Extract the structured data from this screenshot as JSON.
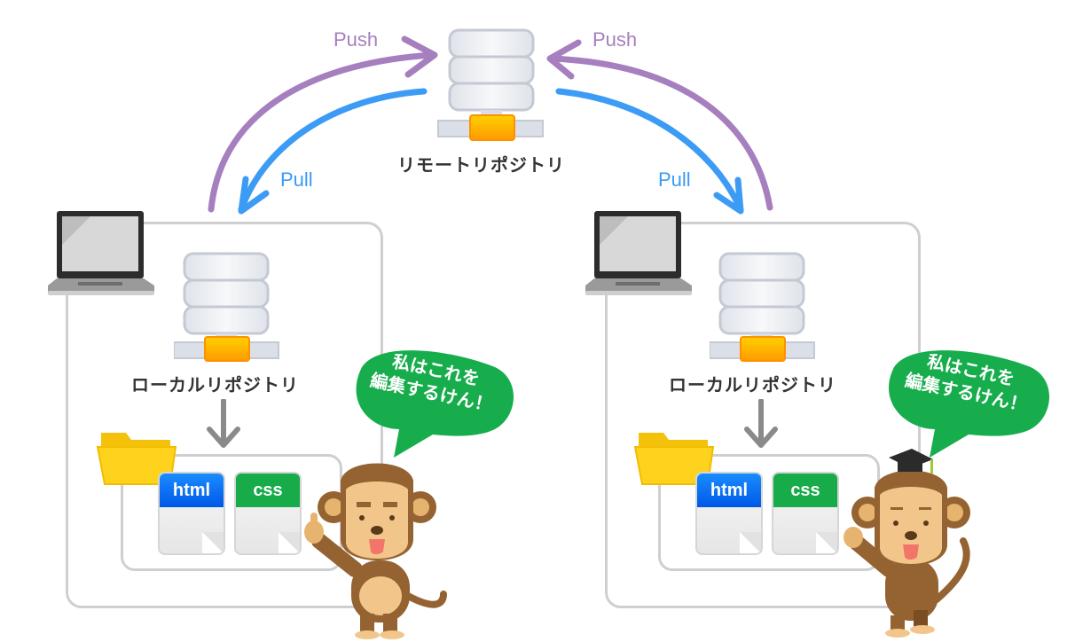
{
  "remote": {
    "label": "リモートリポジトリ",
    "icon": "server-icon"
  },
  "arrows": {
    "push_left": "Push",
    "push_right": "Push",
    "pull_left": "Pull",
    "pull_right": "Pull",
    "push_color": "#a67fbf",
    "pull_color": "#3b9bf5"
  },
  "workspaces": [
    {
      "local_label": "ローカルリポジトリ",
      "files": [
        {
          "label": "html",
          "color": "#0a6cf0"
        },
        {
          "label": "css",
          "color": "#1aaa4a"
        }
      ],
      "speech": {
        "line1": "私はこれを",
        "line2": "編集するけん！"
      },
      "character": "monkey"
    },
    {
      "local_label": "ローカルリポジトリ",
      "files": [
        {
          "label": "html",
          "color": "#0a6cf0"
        },
        {
          "label": "css",
          "color": "#1aaa4a"
        }
      ],
      "speech": {
        "line1": "私はこれを",
        "line2": "編集するけん！"
      },
      "character": "monkey-with-graduation-cap"
    }
  ],
  "colors": {
    "speech_bubble": "#17ad4c",
    "frame": "#cfcfcf",
    "server_connector": "#ffa800"
  }
}
